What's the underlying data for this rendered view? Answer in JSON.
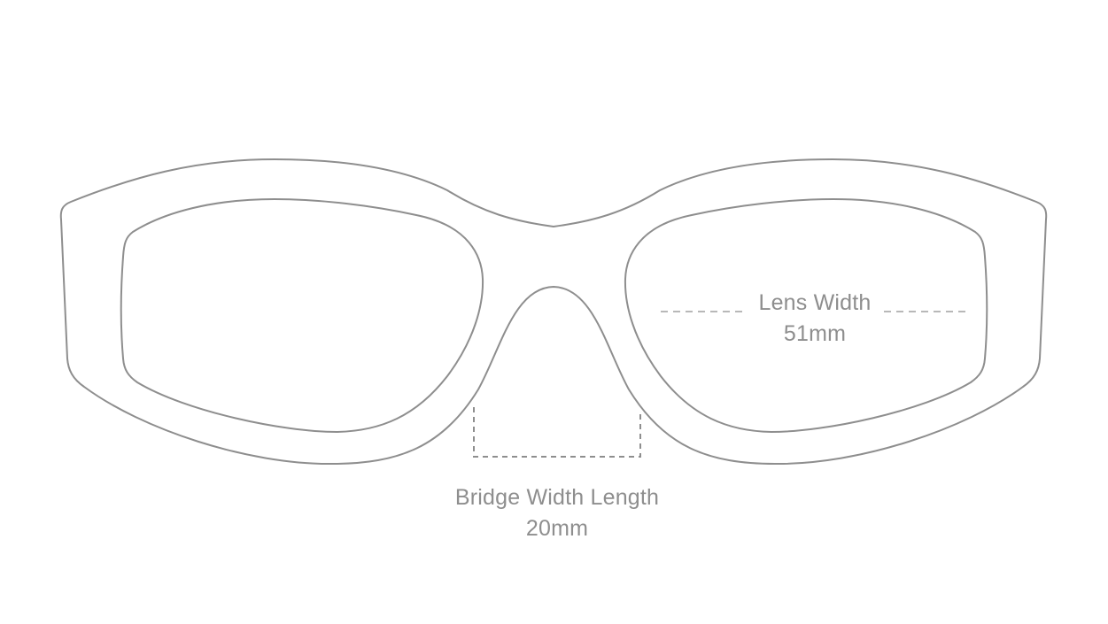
{
  "diagram": {
    "subject": "sunglasses-frame-front-view",
    "stroke_color": "#8e8e8e",
    "text_color": "#8e8e8e",
    "background": "#ffffff"
  },
  "measurements": {
    "lens_width": {
      "label": "Lens Width",
      "value": "51mm"
    },
    "bridge_width": {
      "label": "Bridge Width Length",
      "value": "20mm"
    }
  }
}
